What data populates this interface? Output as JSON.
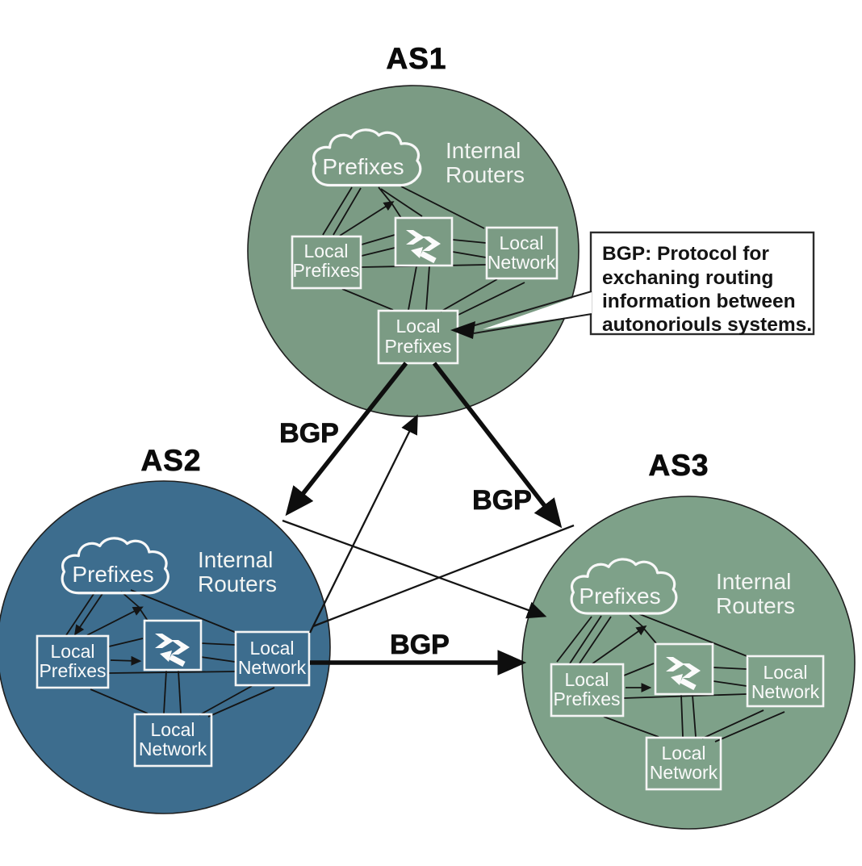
{
  "colors": {
    "as1_fill": "#7b9b84",
    "as2_fill": "#3d6d8e",
    "as3_fill": "#7ea189",
    "circle_stroke": "#1f1f1f",
    "line_color": "#141414",
    "box_border": "#f5f5f5",
    "label_text": "#fafafa",
    "title_text": "#0b0b0b",
    "callout_bg": "#ffffff",
    "callout_border": "#2b2b2b"
  },
  "as1": {
    "title": "AS1",
    "cloud_label": "Prefixes",
    "internal_routers": {
      "line1": "Internal",
      "line2": "Routers"
    },
    "box_left": {
      "line1": "Local",
      "line2": "Prefixes"
    },
    "box_right": {
      "line1": "Local",
      "line2": "Network"
    },
    "box_bottom": {
      "line1": "Local",
      "line2": "Prefixes"
    }
  },
  "as2": {
    "title": "AS2",
    "cloud_label": "Prefixes",
    "internal_routers": {
      "line1": "Internal",
      "line2": "Routers"
    },
    "box_left": {
      "line1": "Local",
      "line2": "Prefixes"
    },
    "box_right": {
      "line1": "Local",
      "line2": "Network"
    },
    "box_bottom": {
      "line1": "Local",
      "line2": "Network"
    }
  },
  "as3": {
    "title": "AS3",
    "cloud_label": "Prefixes",
    "internal_routers": {
      "line1": "Internal",
      "line2": "Routers"
    },
    "box_left": {
      "line1": "Local",
      "line2": "Prefixes"
    },
    "box_right": {
      "line1": "Local",
      "line2": "Network"
    },
    "box_bottom": {
      "line1": "Local",
      "line2": "Network"
    }
  },
  "bgp_links": {
    "as1_as2_label": "BGP",
    "as1_as3_label": "BGP",
    "as2_as3_label": "BGP"
  },
  "callout": {
    "line1": "BGP: Protocol for",
    "line2": "exchaning routing",
    "line3": "information between",
    "line4": "autonoriouls systems."
  },
  "icons": {
    "router": "router-arrows-icon",
    "cloud": "cloud-icon"
  }
}
